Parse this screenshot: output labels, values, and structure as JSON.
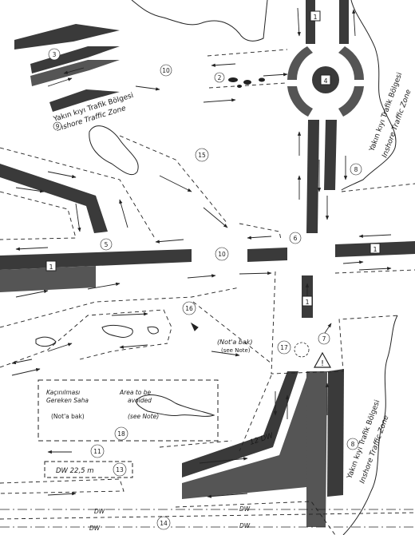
{
  "labels": {
    "zone_left_tr": "Yakın kıyı Trafik Bölgesi",
    "zone_left_en": "Inshore Traffic Zone",
    "zone_tr_top": "Yakın kıyı Trafik Bölgesi",
    "zone_en_top": "Inshore Traffic Zone",
    "zone_tr_bottom": "Yakın kıyı Trafik Bölgesi",
    "zone_en_bottom": "Inshore Traffic Zone",
    "note_tr": "(Not'a bak)",
    "note_en": "(see Note)",
    "avoid_tr_1": "Kaçınılması",
    "avoid_tr_2": "Gereken Saha",
    "avoid_en_1": "Area to be",
    "avoid_en_2": "avoided",
    "avoid_note_tr": "(Not'a bak)",
    "avoid_note_en": "(see Note)",
    "dw_12": "12 DW",
    "dw_225": "DW 22,5 m",
    "dw_a": "DW",
    "dw_b": "DW",
    "dw_c": "DW",
    "dw_d": "DW"
  },
  "markers": {
    "n1a": "1",
    "n1b": "1",
    "n1c": "1",
    "n1d": "1",
    "n2": "2",
    "n3": "3",
    "n4": "4",
    "n5": "5",
    "n6": "6",
    "n7": "7",
    "n8a": "8",
    "n8b": "8",
    "n9": "9",
    "n10a": "10",
    "n10b": "10",
    "n11": "11",
    "n13": "13",
    "n14": "14",
    "n15": "15",
    "n16": "16",
    "n17": "17",
    "n18": "18"
  }
}
